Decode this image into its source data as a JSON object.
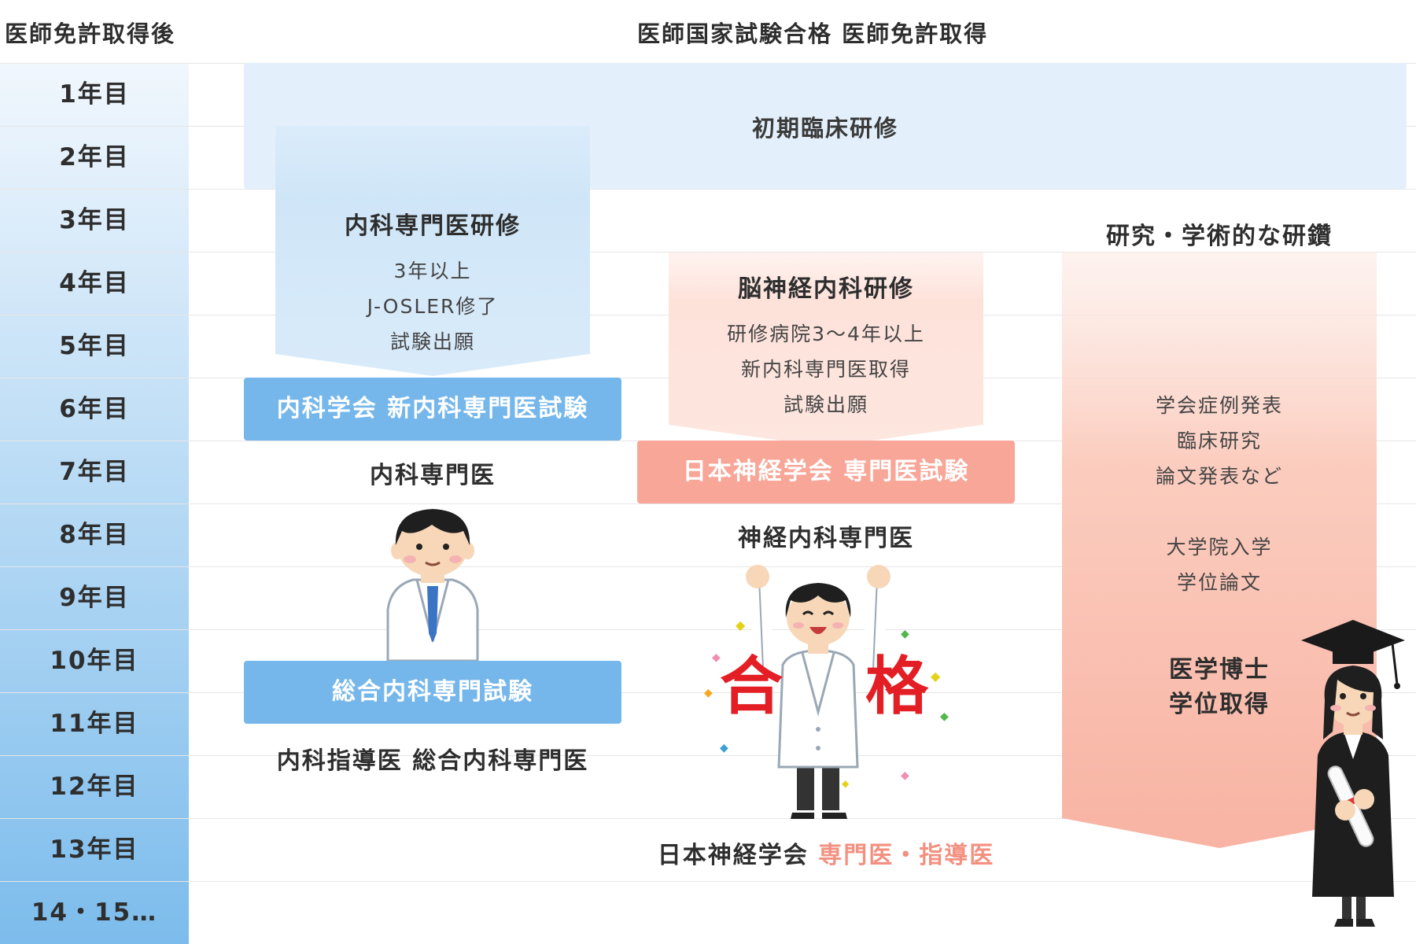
{
  "header": {
    "left": "医師免許取得後",
    "center": "医師国家試験合格 医師免許取得"
  },
  "years": [
    "1年目",
    "2年目",
    "3年目",
    "4年目",
    "5年目",
    "6年目",
    "7年目",
    "8年目",
    "9年目",
    "10年目",
    "11年目",
    "12年目",
    "13年目",
    "14・15…"
  ],
  "initial_training": {
    "label": "初期臨床研修"
  },
  "internal_medicine": {
    "title": "内科専門医研修",
    "details": [
      "3年以上",
      "J-OSLER修了",
      "試験出願"
    ],
    "exam": "内科学会 新内科専門医試験",
    "result": "内科専門医",
    "advanced_exam": "総合内科専門試験",
    "final": "内科指導医 総合内科専門医"
  },
  "neurology": {
    "title": "脳神経内科研修",
    "details": [
      "研修病院3〜4年以上",
      "新内科専門医取得",
      "試験出願"
    ],
    "exam": "日本神経学会 専門医試験",
    "result": "神経内科専門医",
    "final_prefix": "日本神経学会",
    "final_highlight": "専門医・指導医"
  },
  "research": {
    "title": "研究・学術的な研鑽",
    "details1": [
      "学会症例発表",
      "臨床研究",
      "論文発表など"
    ],
    "details2": [
      "大学院入学",
      "学位論文"
    ],
    "degree": [
      "医学博士",
      "学位取得"
    ]
  },
  "illustration": {
    "pass_chars": [
      "合",
      "格"
    ]
  },
  "colors": {
    "blue_button": "#76b7eb",
    "salmon_button": "#f8a697",
    "highlight_text": "#f39080",
    "pass_red": "#e31e24",
    "light_blue_banner": "#e3f0fb"
  }
}
